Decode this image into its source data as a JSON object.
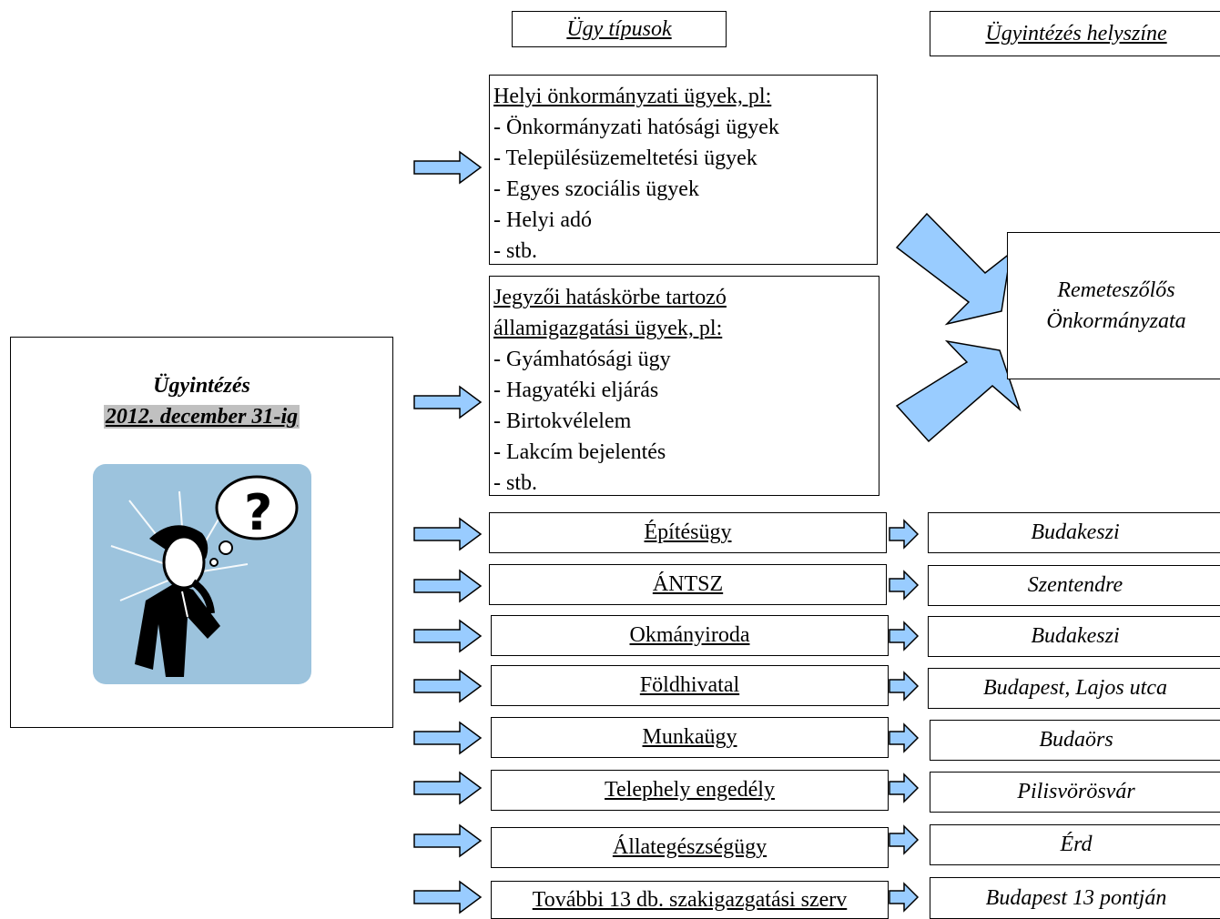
{
  "headers": {
    "types": "Ügy típusok",
    "location": "Ügyintézés helyszíne"
  },
  "left_panel": {
    "title": "Ügyintézés",
    "date": "2012. december 31-ig"
  },
  "group_local": {
    "heading": "Helyi önkormányzati ügyek, pl:",
    "items": [
      "- Önkormányzati hatósági ügyek",
      "- Településüzemeltetési ügyek",
      "- Egyes szociális ügyek",
      "- Helyi adó",
      "- stb."
    ]
  },
  "group_notary": {
    "heading1": "Jegyzői hatáskörbe tartozó",
    "heading2": "államigazgatási ügyek, pl:",
    "items": [
      "- Gyámhatósági ügy",
      "- Hagyatéki eljárás",
      "- Birtokvélelem",
      "- Lakcím bejelentés",
      "- stb."
    ]
  },
  "municipality": {
    "line1": "Remeteszőlős",
    "line2": "Önkormányzata"
  },
  "rows": [
    {
      "type": "Építésügy",
      "location": "Budakeszi"
    },
    {
      "type": "ÁNTSZ",
      "location": "Szentendre"
    },
    {
      "type": "Okmányiroda",
      "location": "Budakeszi"
    },
    {
      "type": "Földhivatal",
      "location": "Budapest, Lajos utca"
    },
    {
      "type": "Munkaügy",
      "location": "Budaörs"
    },
    {
      "type": "Telephely engedély",
      "location": "Pilisvörösvár"
    },
    {
      "type": "Állategészségügy",
      "location": "Érd"
    },
    {
      "type": "További 13 db. szakigazgatási szerv",
      "location": "Budapest 13 pontján"
    }
  ],
  "colors": {
    "arrow_fill": "#99ccff",
    "clipart_bg": "#9cc3dd"
  },
  "icons": {
    "clipart": "confused-person-icon"
  }
}
